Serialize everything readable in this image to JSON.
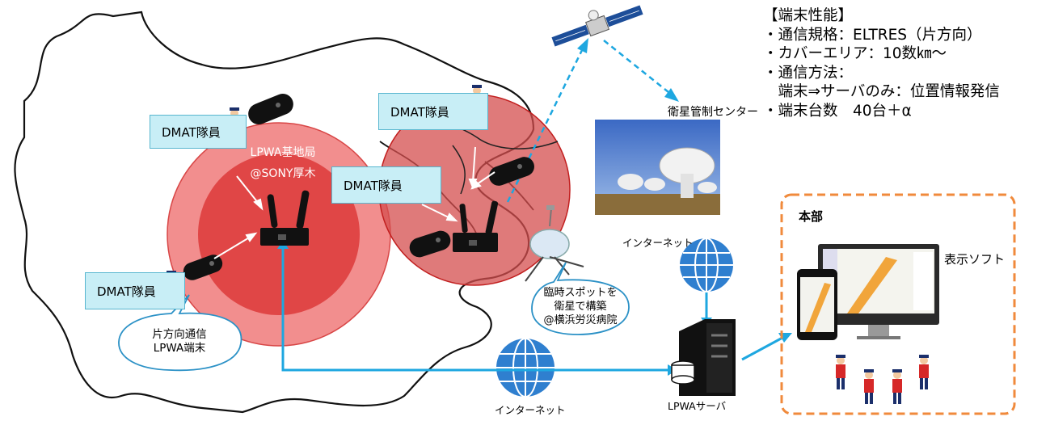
{
  "callouts": {
    "dmat": "DMAT隊員"
  },
  "base_station": {
    "line1": "LPWA基地局",
    "line2": "@SONY厚木"
  },
  "bubble_terminal": {
    "line1": "片方向通信",
    "line2": "LPWA端末"
  },
  "bubble_hotspot": {
    "line1": "臨時スポットを",
    "line2": "衛星で構築",
    "line3": "@横浜労災病院"
  },
  "satellite_center": "衛星管制センター",
  "internet_top": "インターネット",
  "internet_bottom": "インターネット",
  "server_label": "LPWAサーバ",
  "hq": {
    "title": "本部",
    "software": "表示ソフト"
  },
  "specs": {
    "title": "【端末性能】",
    "items": [
      "・通信規格：ELTRES（片方向）",
      "・カバーエリア：10数㎞～",
      "・通信方法：",
      "　端末⇒サーバのみ：位置情報発信",
      "・端末台数　40台＋α"
    ]
  },
  "colors": {
    "coverage_outer": "#f07a7a",
    "coverage_inner": "#dd3a3a",
    "callout_fill": "#c8eef6",
    "link_blue": "#1ea7e0",
    "hq_border": "#f08a3c"
  }
}
